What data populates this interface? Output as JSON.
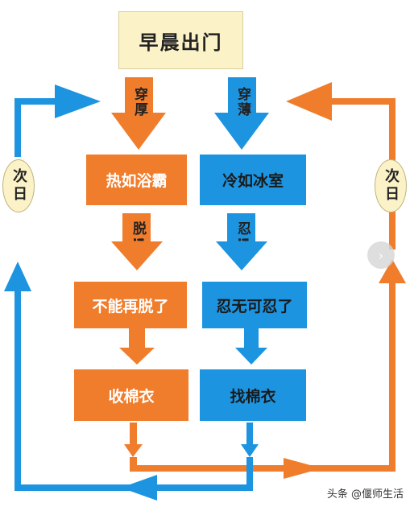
{
  "title": "早晨出门",
  "left": {
    "arrow1": "穿厚",
    "box1": "热如浴霸",
    "arrow2": "脱!",
    "box2": "不能再脱了",
    "box3": "收棉衣"
  },
  "right": {
    "arrow1": "穿薄",
    "box1": "冷如冰室",
    "arrow2": "忍!",
    "box2": "忍无可忍了",
    "box3": "找棉衣"
  },
  "next_day_left": "次日",
  "next_day_right": "次日",
  "watermark": "头条 @偃师生活",
  "colors": {
    "orange": "#f07d2c",
    "blue": "#1d94e0",
    "title_bg": "#fbf2c8"
  }
}
